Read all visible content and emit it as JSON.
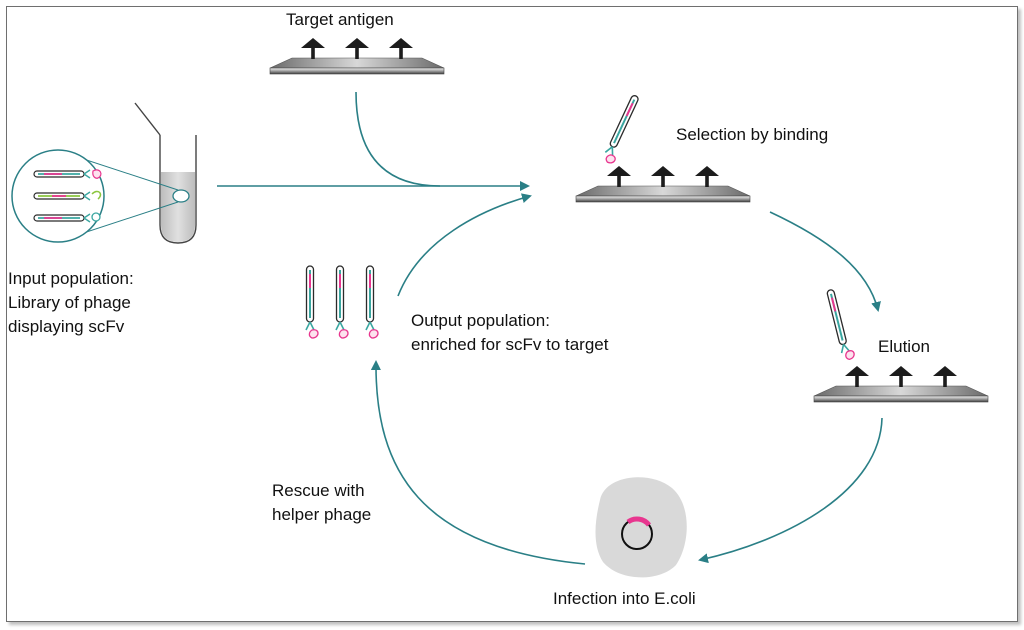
{
  "labels": {
    "target_antigen": "Target antigen",
    "input_line1": "Input population:",
    "input_line2": "Library of phage",
    "input_line3": "displaying scFv",
    "selection": "Selection by binding",
    "output_line1": "Output population:",
    "output_line2": "enriched for scFv to target",
    "elution": "Elution",
    "rescue_line1": "Rescue with",
    "rescue_line2": "helper phage",
    "infection": "Infection into E.coli"
  },
  "colors": {
    "arrow": "#2a7f86",
    "phage_outline": "#2b2b2b",
    "scfv_pink": "#e8368f",
    "teal": "#3aa6a0",
    "cell_fill": "#d9d9d9"
  }
}
